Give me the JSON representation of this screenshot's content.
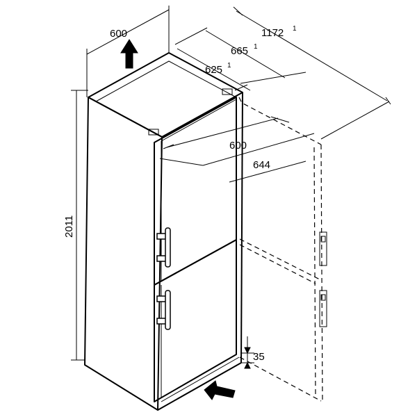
{
  "dimensions": {
    "width": "600",
    "depth_no_handle": "625",
    "depth_with_handle": "665",
    "depth_door_open": "1172",
    "footnote_marker": "1",
    "height": "2011",
    "inner_width": "600",
    "opening_width": "644",
    "bottom_gap": "35"
  },
  "arrows": {
    "top": "air-out-arrow",
    "bottom": "air-in-arrow"
  }
}
